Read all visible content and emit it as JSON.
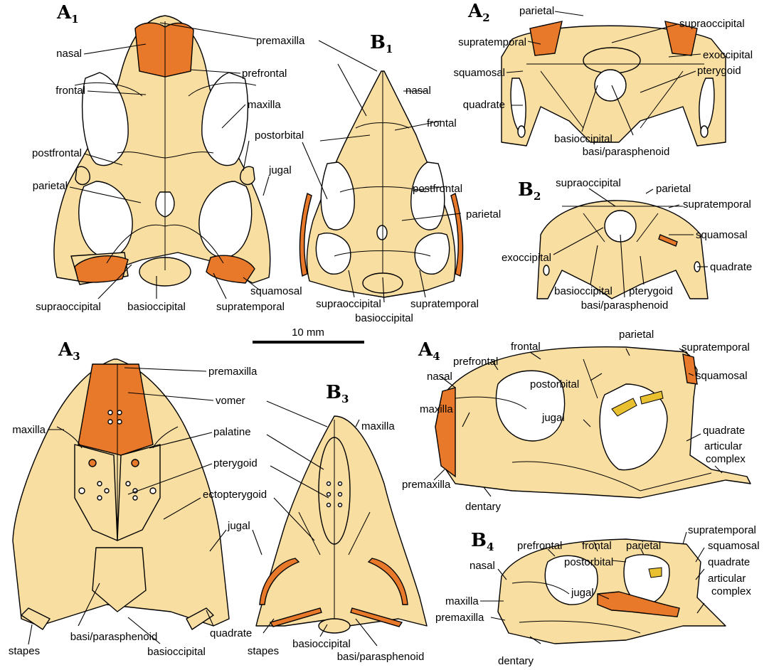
{
  "panels": {
    "A1": {
      "letter": "A",
      "num": "1"
    },
    "B1": {
      "letter": "B",
      "num": "1"
    },
    "A2": {
      "letter": "A",
      "num": "2"
    },
    "B2": {
      "letter": "B",
      "num": "2"
    },
    "A3": {
      "letter": "A",
      "num": "3"
    },
    "B3": {
      "letter": "B",
      "num": "3"
    },
    "A4": {
      "letter": "A",
      "num": "4"
    },
    "B4": {
      "letter": "B",
      "num": "4"
    }
  },
  "scale_bar": {
    "label": "10 mm"
  },
  "labels": {
    "a1": {
      "nasal": "nasal",
      "premaxilla": "premaxilla",
      "prefrontal": "prefrontal",
      "frontal": "frontal",
      "maxilla": "maxilla",
      "postorbital": "postorbital",
      "postfrontal": "postfrontal",
      "jugal": "jugal",
      "parietal": "parietal",
      "supraoccipital": "supraoccipital",
      "basioccipital": "basioccipital",
      "supratemporal": "supratemporal",
      "squamosal": "squamosal"
    },
    "b1": {
      "nasal": "nasal",
      "frontal": "frontal",
      "postfrontal": "postfrontal",
      "parietal": "parietal",
      "supraoccipital": "supraoccipital",
      "basioccipital": "basioccipital",
      "supratemporal": "supratemporal"
    },
    "a2": {
      "parietal": "parietal",
      "supraoccipital": "supraoccipital",
      "supratemporal": "supratemporal",
      "exoccipital": "exoccipital",
      "squamosal": "squamosal",
      "pterygoid": "pterygoid",
      "quadrate": "quadrate",
      "basioccipital": "basioccipital",
      "basiparasphenoid": "basi/parasphenoid"
    },
    "b2": {
      "supraoccipital": "supraoccipital",
      "parietal": "parietal",
      "supratemporal": "supratemporal",
      "squamosal": "squamosal",
      "exoccipital": "exoccipital",
      "quadrate": "quadrate",
      "basioccipital": "basioccipital",
      "pterygoid": "pterygoid",
      "basiparasphenoid": "basi/parasphenoid"
    },
    "a3": {
      "premaxilla": "premaxilla",
      "vomer": "vomer",
      "maxilla": "maxilla",
      "palatine": "palatine",
      "pterygoid": "pterygoid",
      "ectopterygoid": "ectopterygoid",
      "jugal": "jugal",
      "quadrate": "quadrate",
      "stapes": "stapes",
      "basiparasphenoid": "basi/parasphenoid",
      "basioccipital": "basioccipital"
    },
    "b3": {
      "maxilla": "maxilla",
      "stapes": "stapes",
      "basioccipital": "basioccipital",
      "basiparasphenoid": "basi/parasphenoid"
    },
    "a4": {
      "frontal": "frontal",
      "parietal": "parietal",
      "supratemporal": "supratemporal",
      "prefrontal": "prefrontal",
      "nasal": "nasal",
      "squamosal": "squamosal",
      "postorbital": "postorbital",
      "maxilla": "maxilla",
      "jugal": "jugal",
      "quadrate": "quadrate",
      "articular_complex_1": "articular",
      "articular_complex_2": "complex",
      "premaxilla": "premaxilla",
      "dentary": "dentary"
    },
    "b4": {
      "prefrontal": "prefrontal",
      "frontal": "frontal",
      "parietal": "parietal",
      "supratemporal": "supratemporal",
      "squamosal": "squamosal",
      "nasal": "nasal",
      "postorbital": "postorbital",
      "quadrate": "quadrate",
      "jugal": "jugal",
      "articular_complex_1": "articular",
      "articular_complex_2": "complex",
      "maxilla": "maxilla",
      "premaxilla": "premaxilla",
      "dentary": "dentary"
    }
  },
  "colors": {
    "bone": "#f8dea0",
    "highlight": "#e8792a",
    "accent_yellow": "#e8c030",
    "outline": "#000000"
  }
}
